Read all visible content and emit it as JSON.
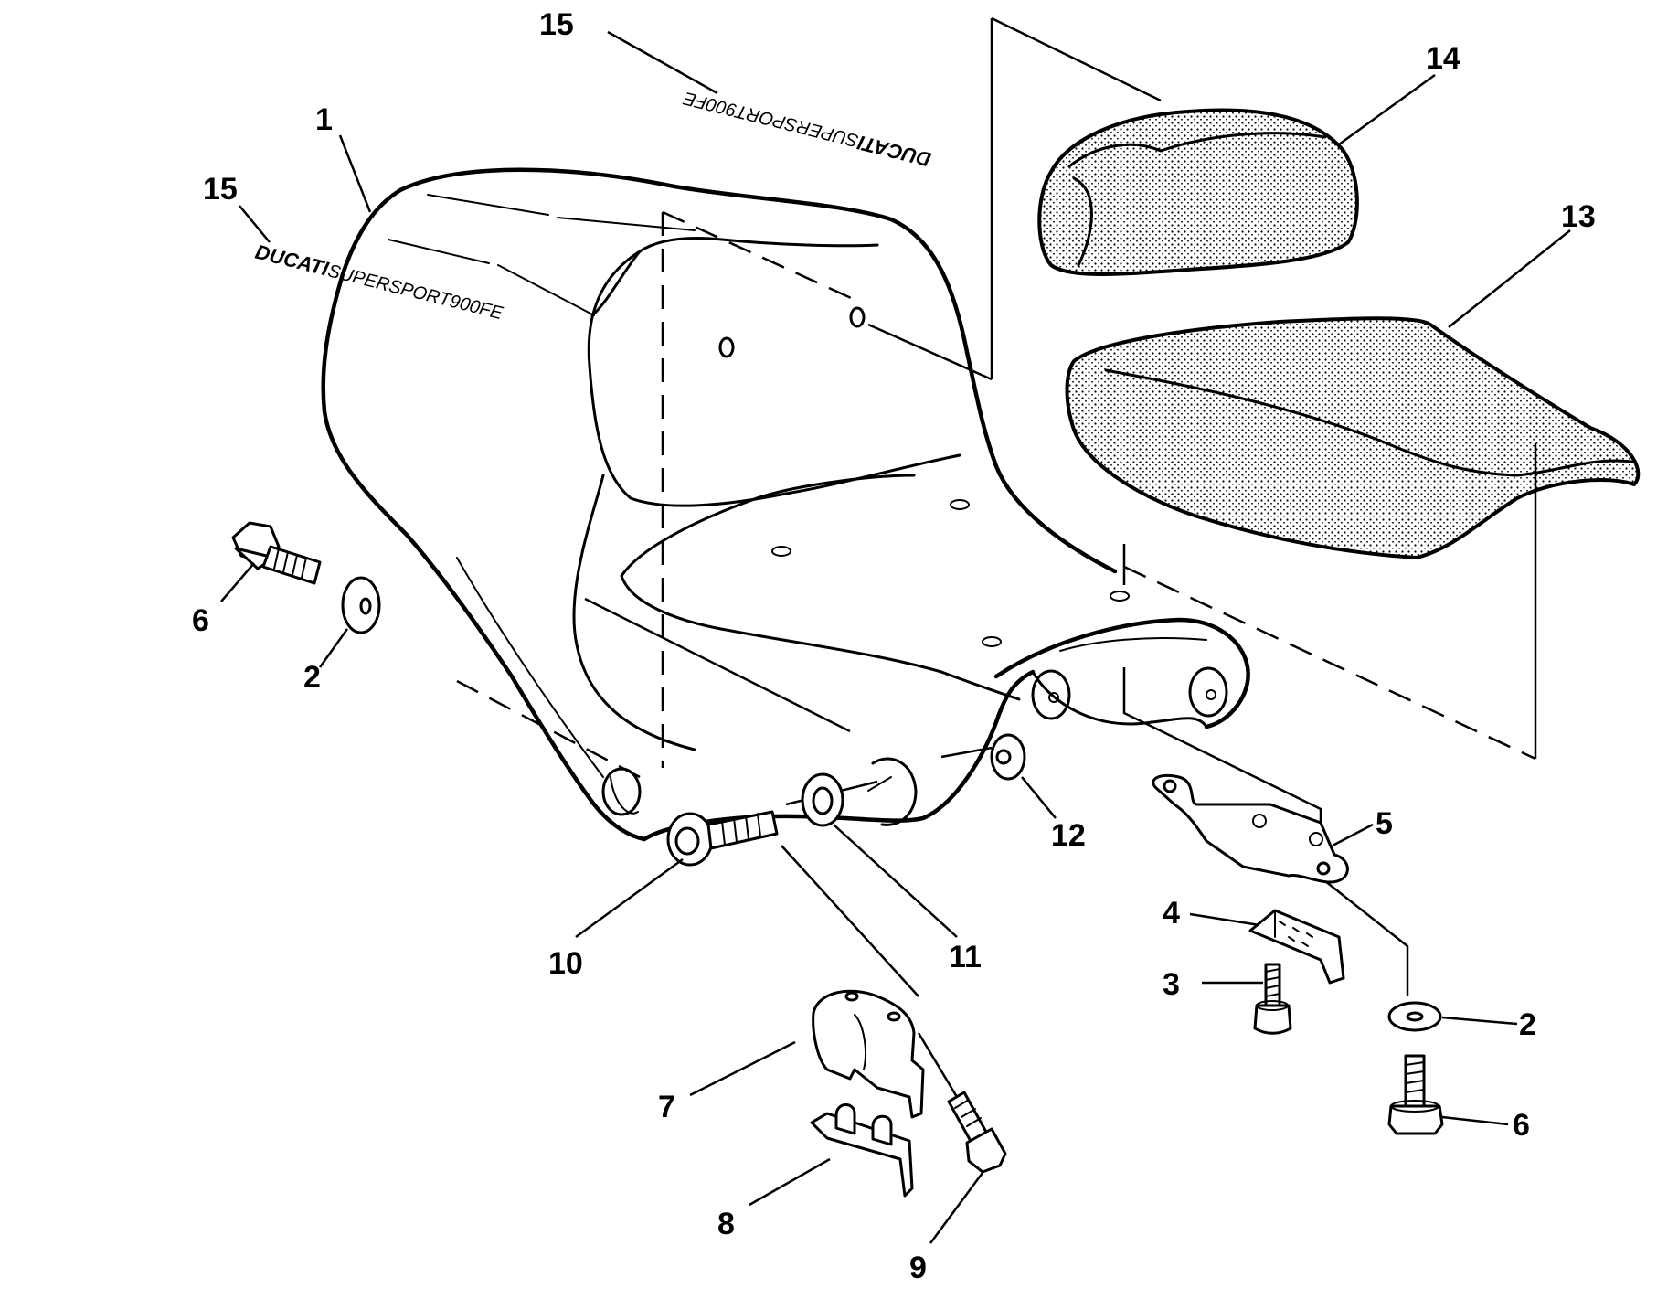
{
  "callouts": [
    {
      "id": "c15a",
      "text": "15"
    },
    {
      "id": "c15b",
      "text": "15"
    },
    {
      "id": "c1",
      "text": "1"
    },
    {
      "id": "c14",
      "text": "14"
    },
    {
      "id": "c13",
      "text": "13"
    },
    {
      "id": "c6a",
      "text": "6"
    },
    {
      "id": "c2a",
      "text": "2"
    },
    {
      "id": "c12",
      "text": "12"
    },
    {
      "id": "c5",
      "text": "5"
    },
    {
      "id": "c4",
      "text": "4"
    },
    {
      "id": "c3",
      "text": "3"
    },
    {
      "id": "c10",
      "text": "10"
    },
    {
      "id": "c11",
      "text": "11"
    },
    {
      "id": "c2b",
      "text": "2"
    },
    {
      "id": "c7",
      "text": "7"
    },
    {
      "id": "c6b",
      "text": "6"
    },
    {
      "id": "c8",
      "text": "8"
    },
    {
      "id": "c9",
      "text": "9"
    }
  ],
  "decals": {
    "brand": "DUCATI",
    "model": "SUPERSPORT900FE"
  }
}
